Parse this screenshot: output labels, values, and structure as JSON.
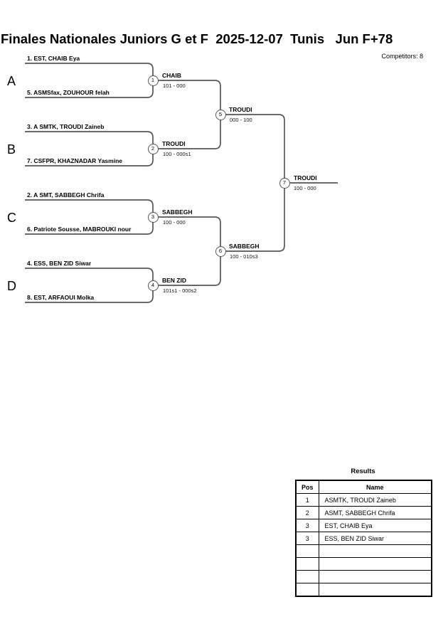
{
  "header": {
    "title": "Finales Nationales Juniors G et F  2025-12-07  Tunis   Jun F+78",
    "competitors": "Competitors: 8"
  },
  "bracket": {
    "sections": [
      {
        "label": "A",
        "match_no": "1",
        "top_player": "1. EST, CHAIB Eya",
        "bottom_player": "5. ASMSfax, ZOUHOUR felah",
        "winner": "CHAIB",
        "score": "101 - 000"
      },
      {
        "label": "B",
        "match_no": "2",
        "top_player": "3. A SMTK, TROUDI Zaineb",
        "bottom_player": "7. CSFPR, KHAZNADAR Yasmine",
        "winner": "TROUDI",
        "score": "100 - 000s1"
      },
      {
        "label": "C",
        "match_no": "3",
        "top_player": "2. A SMT, SABBEGH Chrifa",
        "bottom_player": "6. Patriote Sousse, MABROUKI nour",
        "winner": "SABBEGH",
        "score": "100 - 000"
      },
      {
        "label": "D",
        "match_no": "4",
        "top_player": "4. ESS, BEN ZID Siwar",
        "bottom_player": "8. EST, ARFAOUI Molka",
        "winner": "BEN ZID",
        "score": "101s1 - 000s2"
      }
    ],
    "semifinals": [
      {
        "match_no": "5",
        "winner": "TROUDI",
        "score": "000 - 100"
      },
      {
        "match_no": "6",
        "winner": "SABBEGH",
        "score": "100 - 010s3"
      }
    ],
    "final": {
      "match_no": "7",
      "winner": "TROUDI",
      "score": "100 - 000"
    }
  },
  "results_table": {
    "title": "Results",
    "columns": {
      "pos": "Pos",
      "name": "Name"
    },
    "rows": [
      {
        "pos": "1",
        "name": "ASMTK, TROUDI Zaineb"
      },
      {
        "pos": "2",
        "name": "ASMT, SABBEGH Chrifa"
      },
      {
        "pos": "3",
        "name": "EST, CHAIB Eya"
      },
      {
        "pos": "3",
        "name": "ESS, BEN ZID Siwar"
      },
      {
        "pos": "",
        "name": ""
      },
      {
        "pos": "",
        "name": ""
      },
      {
        "pos": "",
        "name": ""
      },
      {
        "pos": "",
        "name": ""
      }
    ]
  },
  "colors": {
    "line": "#555555",
    "text": "#000000",
    "background": "#ffffff"
  }
}
